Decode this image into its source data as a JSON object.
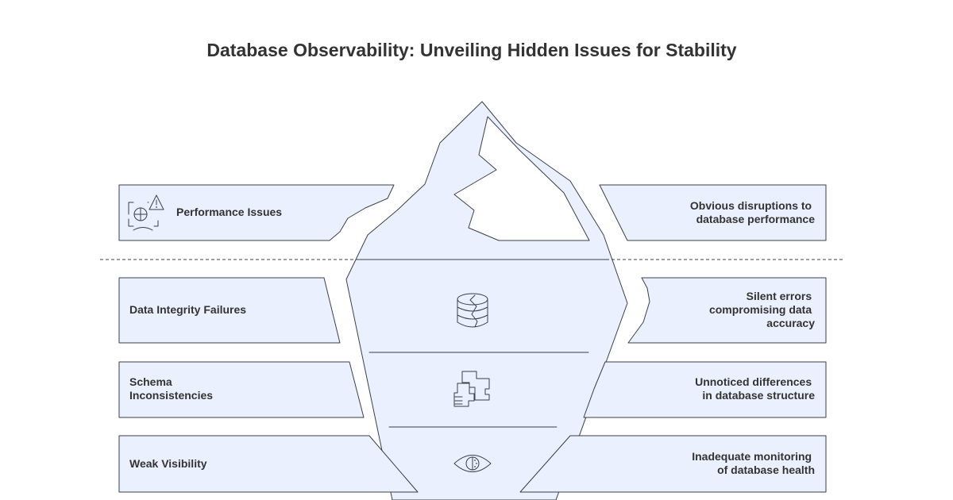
{
  "title": "Database Observability: Unveiling Hidden Issues for Stability",
  "visible_layer": {
    "issue": [
      "Performance Issues"
    ],
    "description": [
      "Obvious disruptions to",
      "database performance"
    ],
    "icon": "performance-warning-icon"
  },
  "hidden_layers": [
    {
      "issue": [
        "Data Integrity Failures"
      ],
      "description": [
        "Silent errors",
        "compromising data",
        "accuracy"
      ],
      "icon": "broken-database-icon"
    },
    {
      "issue": [
        "Schema",
        "Inconsistencies"
      ],
      "description": [
        "Unnoticed differences",
        "in database structure"
      ],
      "icon": "puzzle-structure-icon"
    },
    {
      "issue": [
        "Weak Visibility"
      ],
      "description": [
        "Inadequate monitoring",
        "of database health"
      ],
      "icon": "hidden-eye-icon"
    }
  ],
  "colors": {
    "fill": "#eaf0fd",
    "stroke": "#3b3f47",
    "text": "#333333",
    "background": "#ffffff"
  }
}
